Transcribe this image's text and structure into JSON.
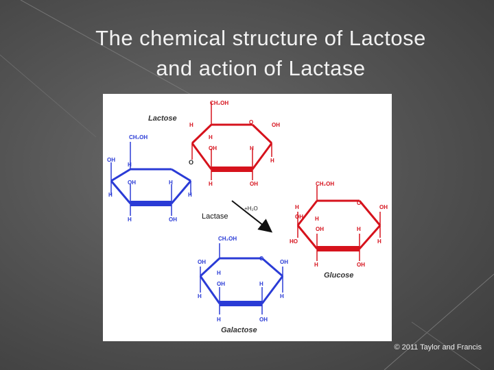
{
  "slide": {
    "title_line1": "The chemical structure of Lactose",
    "title_line2": "and action of Lactase",
    "copyright": "© 2011 Taylor and Francis"
  },
  "diagram": {
    "lactose_label": "Lactose",
    "galactose_label": "Galactose",
    "glucose_label": "Glucose",
    "enzyme_label": "Lactase",
    "water_label": "+H₂O",
    "ch2oh": "CH₂OH",
    "oh": "OH",
    "h": "H",
    "o": "O",
    "ho": "HO",
    "colors": {
      "galactose": "#2a3bd6",
      "glucose": "#d6121c",
      "text": "#333333"
    }
  }
}
